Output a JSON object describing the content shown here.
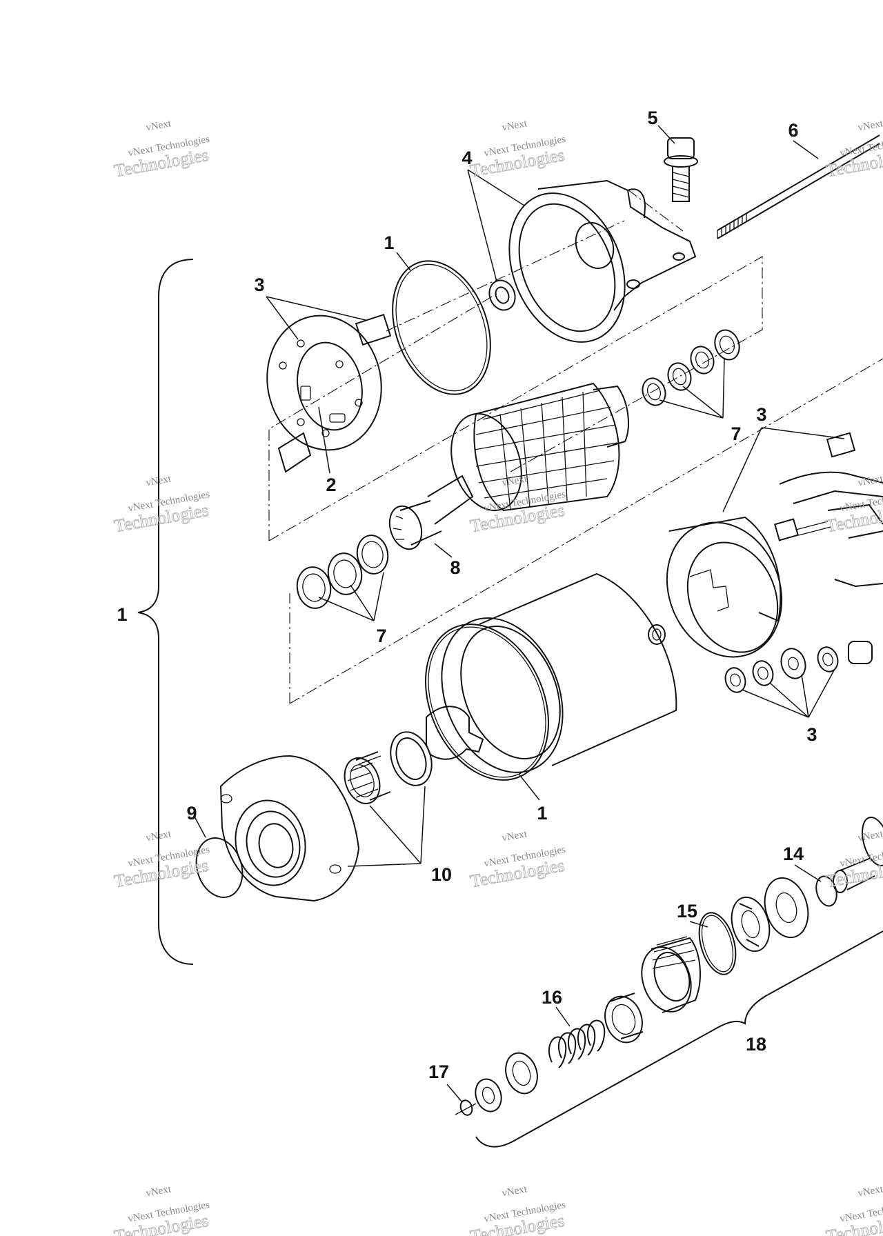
{
  "callouts": {
    "c1_top": "1",
    "c2": "2",
    "c3_left": "3",
    "c4": "4",
    "c5": "5",
    "c6": "6",
    "c7_upper": "7",
    "c3_right_upper": "3",
    "c8": "8",
    "c1_left": "1",
    "c7_lower": "7",
    "c3_right_lower": "3",
    "c1_lower": "1",
    "c9": "9",
    "c10": "10",
    "c14": "14",
    "c15": "15",
    "c16": "16",
    "c17": "17",
    "c18": "18"
  },
  "watermark": {
    "line1": "vNext Technologies",
    "line2": "Technologies",
    "arc": "vNext"
  }
}
